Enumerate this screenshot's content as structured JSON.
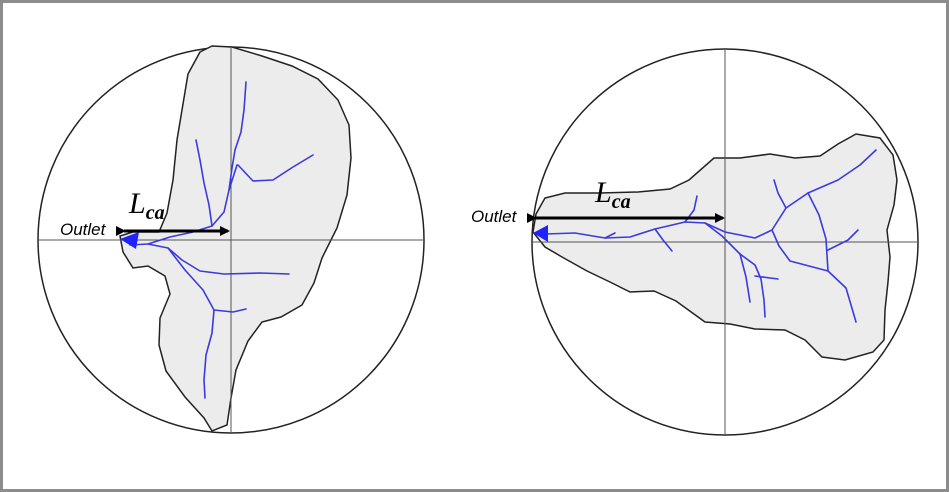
{
  "left_panel": {
    "outlet_label": "Outlet",
    "length_symbol": "L",
    "length_subscript": "ca"
  },
  "right_panel": {
    "outlet_label": "Outlet",
    "length_symbol": "L",
    "length_subscript": "ca"
  },
  "colors": {
    "basin_fill": "#ececec",
    "stream": "#3a3ae0",
    "outlet_marker": "#2222ff",
    "outline": "#222222"
  }
}
